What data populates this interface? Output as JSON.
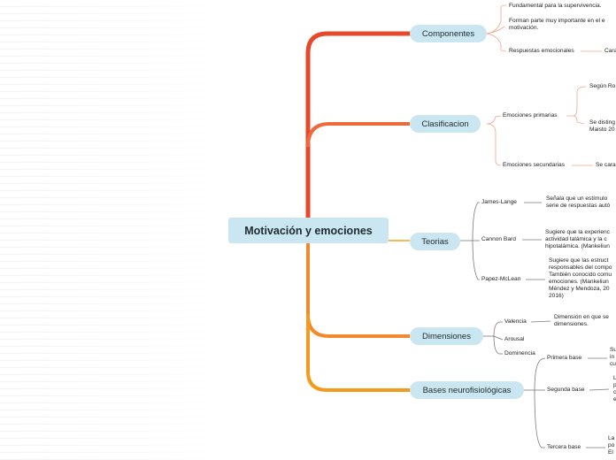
{
  "root": {
    "label": "Motivación y emociones"
  },
  "branches": {
    "componentes": {
      "label": "Componentes",
      "items": [
        "Fundamental para la supervivencia.",
        "Forman parte muy importante en el e",
        "motivación.",
        "Respuestas emocionales",
        "Cara"
      ]
    },
    "clasificacion": {
      "label": "Clasificacion",
      "primarias": "Emociones primarias",
      "segun": "Según Ro",
      "distingue_1": "Se disting",
      "distingue_2": "Maisto 20",
      "secundarias": "Emociones secundarias",
      "secundarias_desc": "Se cara"
    },
    "teorias": {
      "label": "Teorias",
      "james_lange": "James-Lange",
      "james_desc_1": "Señala que un estímulo",
      "james_desc_2": "serie de respuestas autó",
      "cannon_bard": "Cannon Bard",
      "cannon_desc_1": "Sugiere que la experienc",
      "cannon_desc_2": "actividad talámica y la c",
      "cannon_desc_3": "hipotalámica. (Mankeliun",
      "papez": "Papez-McLean",
      "papez_desc_1": "Sugiere que las estruct",
      "papez_desc_2": "responsables del compo",
      "papez_desc_3": "También conocido comu",
      "papez_desc_4": "emociones. (Mankeliun",
      "papez_desc_5": "Méndez y Mendoza, 20",
      "papez_desc_6": "2016)"
    },
    "dimensiones": {
      "label": "Dimensiones",
      "valencia": "Valencia",
      "valencia_desc_1": "Dimensión en que se",
      "valencia_desc_2": "dimensiones.",
      "arousal": "Arousal",
      "dominancia": "Dominencia"
    },
    "bases": {
      "label": "Bases neurofisiológicas",
      "primera": "Primera base",
      "primera_desc": [
        "Su",
        "in",
        "cu"
      ],
      "segunda": "Segunda base",
      "segunda_desc": [
        "L",
        "p",
        "c",
        "e"
      ],
      "tercera": "Tercera base",
      "tercera_desc": [
        "La",
        "po",
        "El"
      ]
    }
  },
  "colors": {
    "red": "#e8482a",
    "orange_red": "#ec6a3c",
    "orange": "#f08a2c",
    "amber": "#f39a1f",
    "gold": "#f6a21d",
    "node_fill": "#c9e6f1",
    "thin_line": "#7a7a7a",
    "salmon_line": "#f2a58c"
  }
}
